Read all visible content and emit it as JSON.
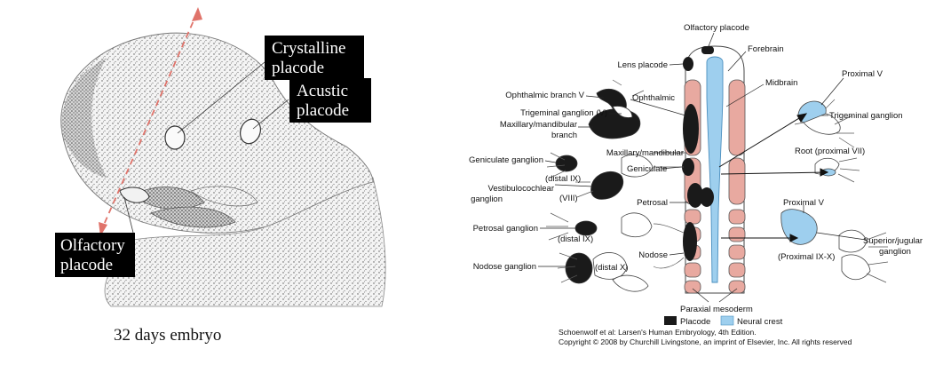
{
  "left_panel": {
    "labels": {
      "crystalline": [
        "Crystalline",
        "placode"
      ],
      "acustic": [
        "Acustic",
        "placode"
      ],
      "olfactory": [
        "Olfactory",
        "placode"
      ]
    },
    "caption": "32 days embryo"
  },
  "right_panel": {
    "labels": {
      "olfactory_placode": "Olfactory placode",
      "forebrain": "Forebrain",
      "lens_placode": "Lens placode",
      "midbrain": "Midbrain",
      "proximal_v": "Proximal V",
      "ophthalmic_branch_v": "Ophthalmic branch V",
      "ophthalmic": "Ophthalmic",
      "trigeminal_ganglion_v": "Trigeminal ganglion (V)",
      "trigeminal_ganglion": "Trigeminal ganglion",
      "maxillary_mandibular_branch": [
        "Maxillary/mandibular",
        "branch"
      ],
      "maxillary_mandibular": "Maxillary/mandibular",
      "root_proximal_vii": "Root (proximal VII)",
      "geniculate_ganglion": "Geniculate ganglion",
      "geniculate": "Geniculate",
      "distal_ix_1": "(distal IX)",
      "vestibulocochlear_ganglion": [
        "Vestibulocochlear",
        "ganglion"
      ],
      "viii": "(VIII)",
      "petrosal": "Petrosal",
      "proximal_v_2": "Proximal V",
      "petrosal_ganglion": "Petrosal ganglion",
      "distal_ix_2": "(distal IX)",
      "superior_jugular_ganglion": [
        "Superior/jugular",
        "ganglion"
      ],
      "proximal_ix_x": "(Proximal IX-X)",
      "nodose": "Nodose",
      "nodose_ganglion": "Nodose ganglion",
      "distal_x": "(distal X)",
      "paraxial_mesoderm": "Paraxial mesoderm"
    },
    "legend": [
      {
        "label": "Placode",
        "color": "#1a1a1a"
      },
      {
        "label": "Neural crest",
        "color": "#9ecfee"
      }
    ],
    "credit": [
      "Schoenwolf et al: Larsen's Human Embryology, 4th Edition.",
      "Copyright © 2008 by Churchill Livingstone, an imprint of Elsevier, Inc. All rights reserved"
    ],
    "colors": {
      "mesoderm": "#e8a9a0",
      "neural_crest": "#9ecfee",
      "placode": "#1a1a1a"
    }
  }
}
